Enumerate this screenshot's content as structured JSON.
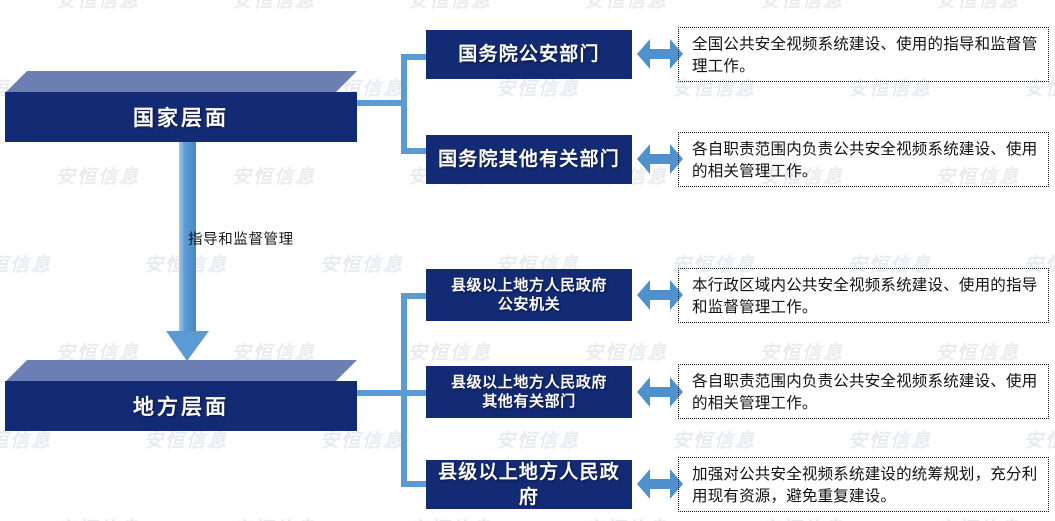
{
  "diagram": {
    "watermark_text": "安恒信息",
    "colors": {
      "box_navy": "#132a74",
      "box_top_face": "#6b7fb5",
      "connector_blue": "#5b9bd5",
      "arrow_blue": "#4f91cd",
      "text_white": "#ffffff",
      "text_black": "#111111",
      "background": "#ffffff"
    },
    "levels": [
      {
        "id": "national",
        "label": "国家层面"
      },
      {
        "id": "local",
        "label": "地方层面"
      }
    ],
    "flow_arrow": {
      "label": "指导和监督管理",
      "direction": "down"
    },
    "rows": [
      {
        "id": "row-state-council-police",
        "level": "national",
        "department": "国务院公安部门",
        "responsibility": "全国公共安全视频系统建设、使用的指导和监督管理工作。"
      },
      {
        "id": "row-state-council-other",
        "level": "national",
        "department": "国务院其他有关部门",
        "responsibility": "各自职责范围内负责公共安全视频系统建设、使用的相关管理工作。"
      },
      {
        "id": "row-local-police",
        "level": "local",
        "department": "县级以上地方人民政府\n公安机关",
        "responsibility": "本行政区域内公共安全视频系统建设、使用的指导和监督管理工作。"
      },
      {
        "id": "row-local-other",
        "level": "local",
        "department": "县级以上地方人民政府\n其他有关部门",
        "responsibility": "各自职责范围内负责公共安全视频系统建设、使用的相关管理工作。"
      },
      {
        "id": "row-local-government",
        "level": "local",
        "department": "县级以上地方人民政府",
        "responsibility": "加强对公共安全视频系统建设的统筹规划，充分利用现有资源，避免重复建设。"
      }
    ]
  }
}
